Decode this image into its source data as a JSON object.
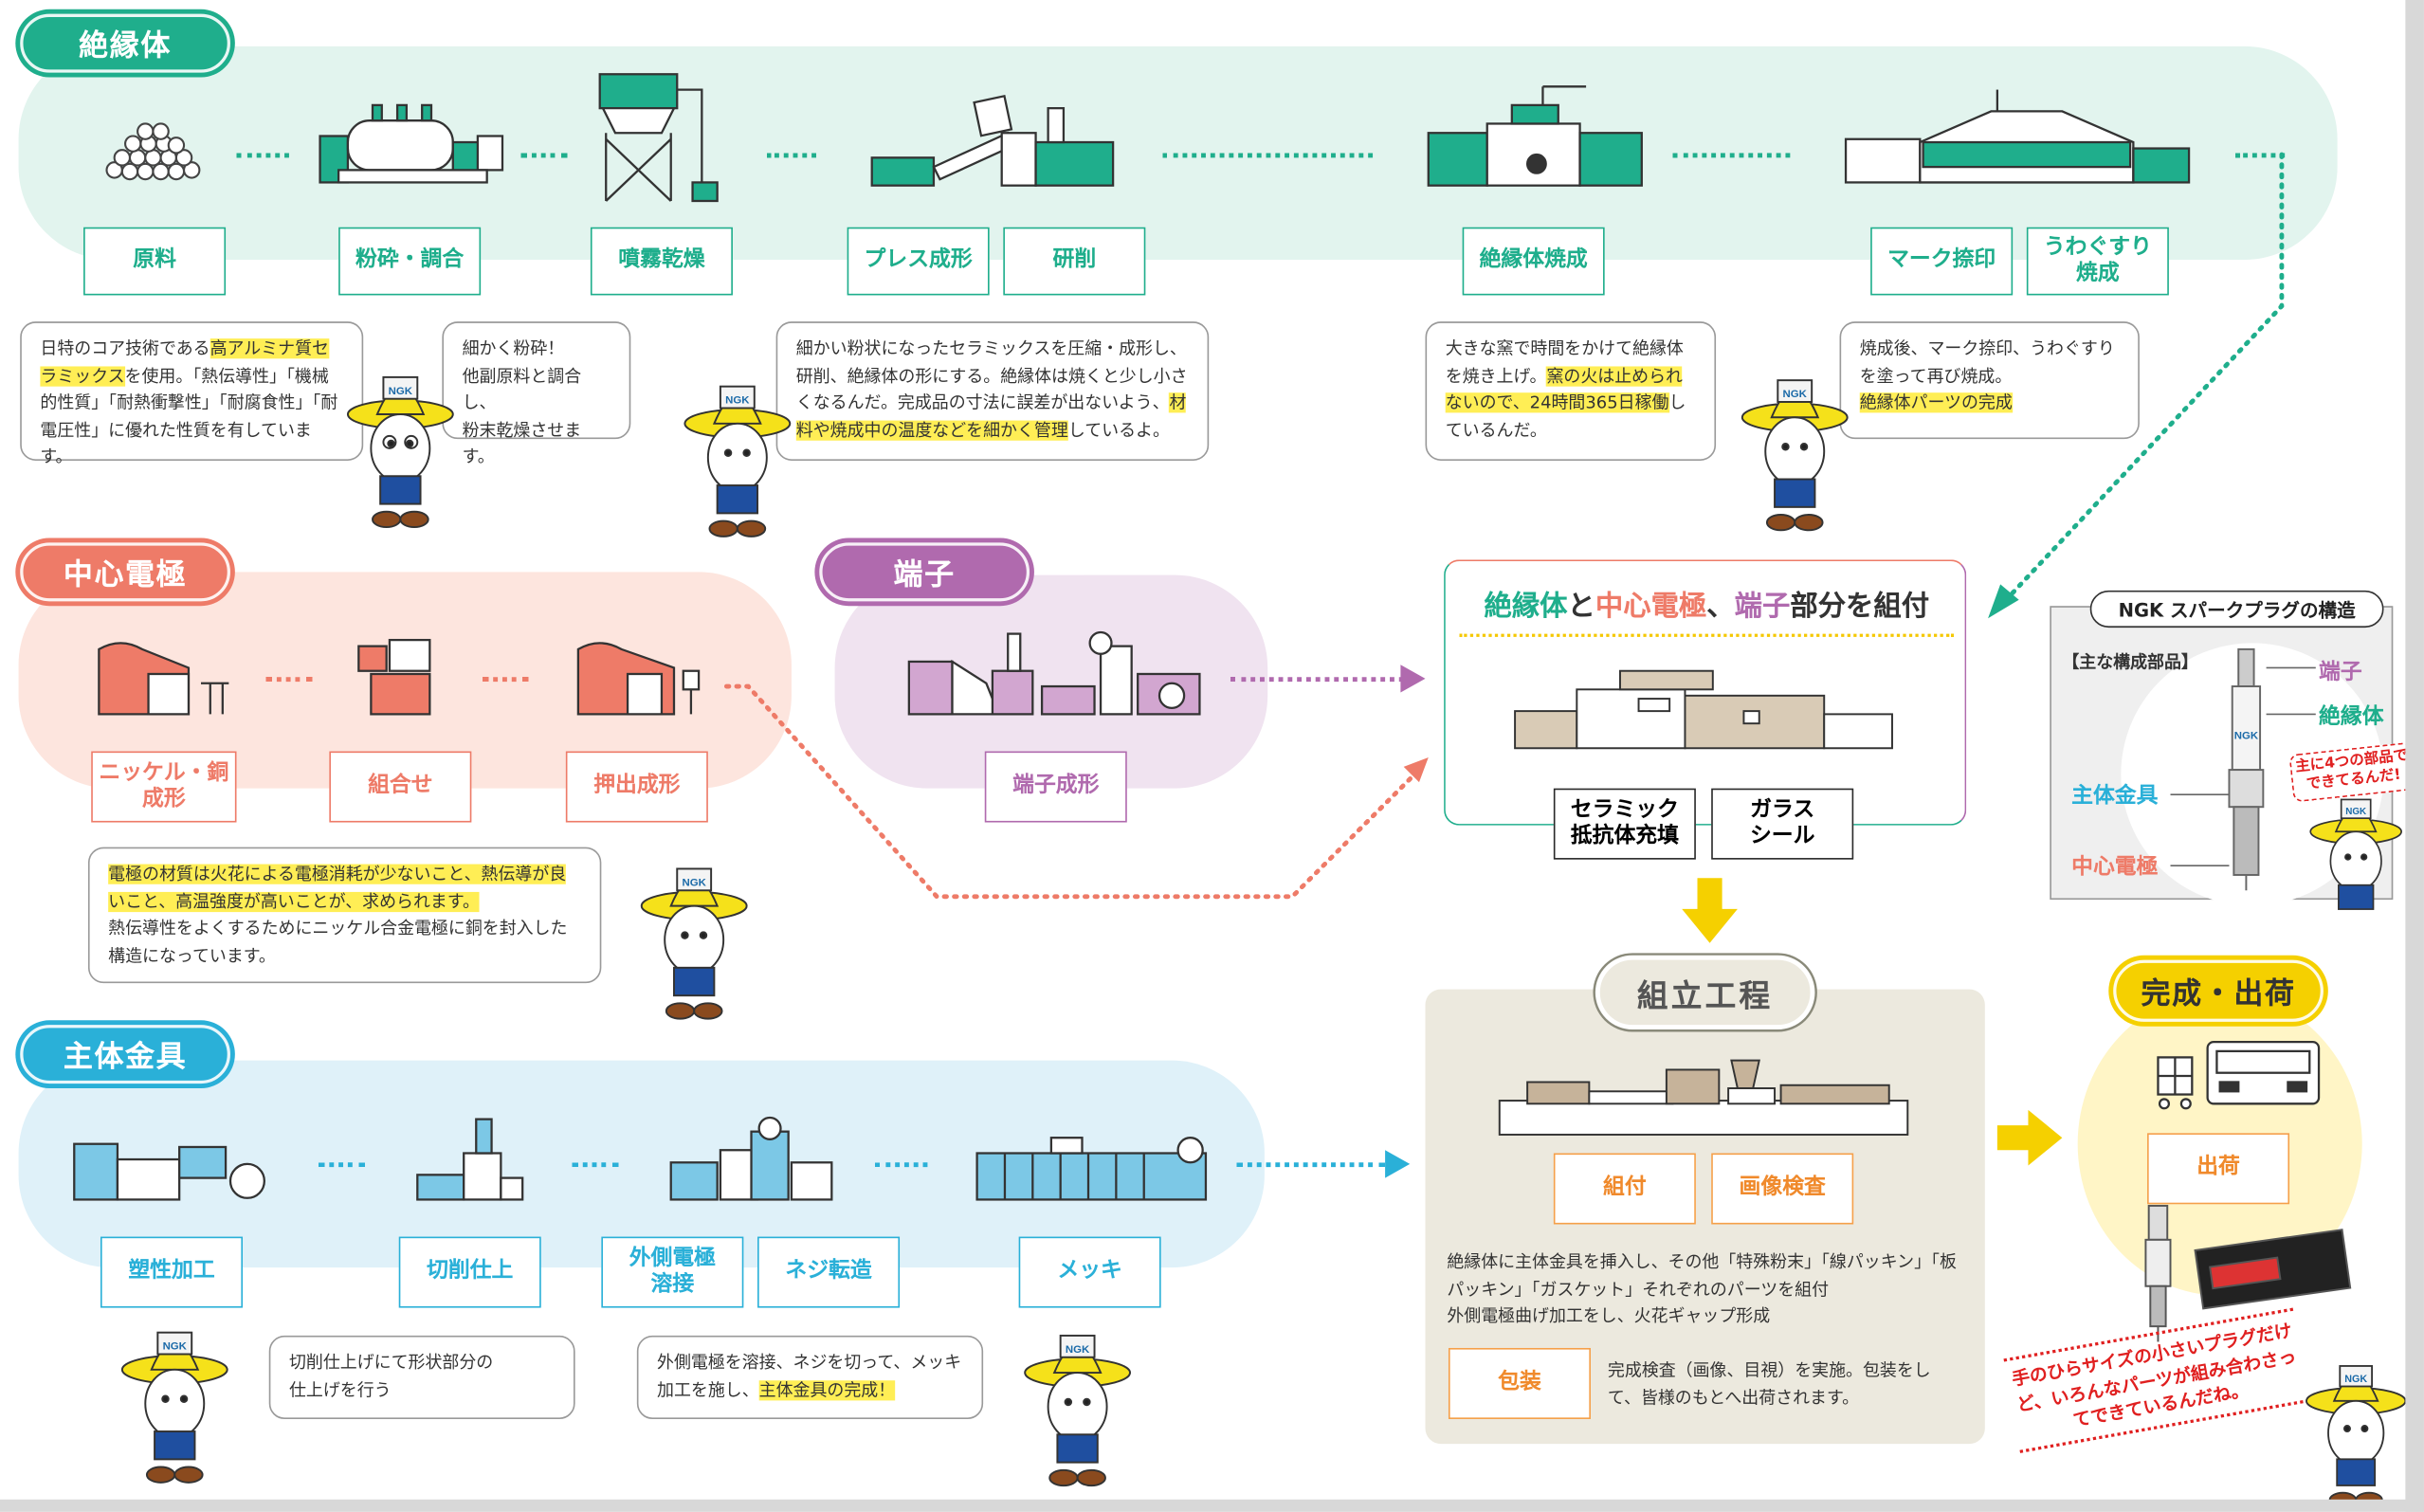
{
  "colors": {
    "insulator": "#1fae8c",
    "center": "#ee7b68",
    "terminal": "#b06aae",
    "shell": "#2ab0d8",
    "assembly": "#f08a2c",
    "ship": "#f5c800",
    "yellow": "#ffee55"
  },
  "insulator": {
    "title": "絶縁体",
    "steps": [
      "原料",
      "粉砕・調合",
      "噴霧乾燥",
      "プレス成形",
      "研削",
      "絶縁体焼成",
      "マーク捺印",
      "うわぐすり\n焼成"
    ],
    "icons": [
      "raw-material-icon",
      "crusher-icon",
      "spray-dryer-icon",
      "press-icon",
      "kiln-icon",
      "marking-line-icon"
    ],
    "bubble1": {
      "pre": "日特のコア技術である",
      "hl": "高アルミナ質セラミックス",
      "post": "を使用。「熱伝導性」「機械的性質」「耐熱衝撃性」「耐腐食性」「耐電圧性」に優れた性質を有しています。"
    },
    "bubble2": "細かく粉砕！\n他副原料と調合し、\n粉末乾燥させます。",
    "bubble3": {
      "pre": "細かい粉状になったセラミックスを圧縮・成形し、研削、絶縁体の形にする。絶縁体は焼くと少し小さくなるんだ。完成品の寸法に誤差が出ないよう、",
      "hl": "材料や焼成中の温度などを細かく管理",
      "post": "しているよ。"
    },
    "bubble4": {
      "pre": "大きな窯で時間をかけて絶縁体を焼き上げ。",
      "hl": "窯の火は止められないので、24時間365日稼働",
      "post": "しているんだ。"
    },
    "bubble5": {
      "pre": "焼成後、マーク捺印、うわぐすりを塗って再び焼成。\n",
      "hl": "絶縁体パーツの完成",
      "post": ""
    }
  },
  "center": {
    "title": "中心電極",
    "steps": [
      "ニッケル・銅\n成形",
      "組合せ",
      "押出成形"
    ],
    "bubble": {
      "hl": "電極の材質は火花による電極消耗が少ないこと、熱伝導が良いこと、高温強度が高いことが、求められます。",
      "post": "\n熱伝導性をよくするためにニッケル合金電極に銅を封入した構造になっています。"
    }
  },
  "terminal": {
    "title": "端子",
    "steps": [
      "端子成形"
    ]
  },
  "assemble": {
    "title_parts": [
      {
        "text": "絶縁体",
        "color": "#1fae8c"
      },
      {
        "text": "と",
        "color": "#333"
      },
      {
        "text": "中心電極",
        "color": "#ee7b68"
      },
      {
        "text": "、",
        "color": "#333"
      },
      {
        "text": "端子",
        "color": "#b06aae"
      },
      {
        "text": "部分を組付",
        "color": "#333"
      }
    ],
    "boxes": [
      "セラミック\n抵抗体充填",
      "ガラス\nシール"
    ]
  },
  "assembly": {
    "title": "組立工程",
    "steps": [
      "組付",
      "画像検査",
      "包装"
    ],
    "desc1": "絶縁体に主体金具を挿入し、その他「特殊粉末」「線パッキン」「板パッキン」「ガスケット」それぞれのパーツを組付\n外側電極曲げ加工をし、火花ギャップ形成",
    "desc2": "完成検査（画像、目視）を実施。包装をして、皆様のもとへ出荷されます。"
  },
  "shell": {
    "title": "主体金具",
    "steps": [
      "塑性加工",
      "切削仕上",
      "外側電極\n溶接",
      "ネジ転造",
      "メッキ"
    ],
    "bubble1": "切削仕上げにて形状部分の\n仕上げを行う",
    "bubble2": {
      "pre": "外側電極を溶接、ネジを切って、メッキ加工を施し、",
      "hl": "主体金具の完成！",
      "post": ""
    }
  },
  "ship": {
    "title": "完成・出荷",
    "step": "出荷",
    "note": "手のひらサイズの小さいプラグだけど、いろんなパーツが組み合わさってできているんだね。"
  },
  "structure": {
    "title": "NGK スパークプラグの構造",
    "subtitle": "【主な構成部品】",
    "parts": [
      {
        "name": "端子",
        "color": "#b06aae"
      },
      {
        "name": "絶縁体",
        "color": "#1fae8c"
      },
      {
        "name": "主体金具",
        "color": "#2ab0d8"
      },
      {
        "name": "中心電極",
        "color": "#ee7b68"
      }
    ],
    "note": "主に4つの部品で\nできてるんだ!"
  },
  "mascot_logo": "NGK"
}
